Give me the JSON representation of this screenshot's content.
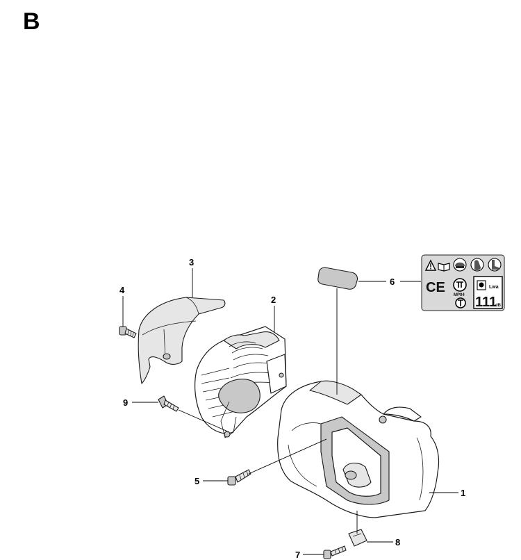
{
  "section": {
    "letter": "B"
  },
  "callouts": {
    "c1": "1",
    "c2": "2",
    "c3": "3",
    "c4": "4",
    "c5": "5",
    "c6": "6",
    "c7": "7",
    "c8": "8",
    "c9": "9"
  },
  "decal": {
    "ce": "CE",
    "gost": "MP04",
    "value": "111",
    "unit": "dB",
    "lwa": "Lwa"
  },
  "colors": {
    "line": "#1a1a1a",
    "shade": "#c8c8c8",
    "decal_bg": "#d9d9d9"
  }
}
